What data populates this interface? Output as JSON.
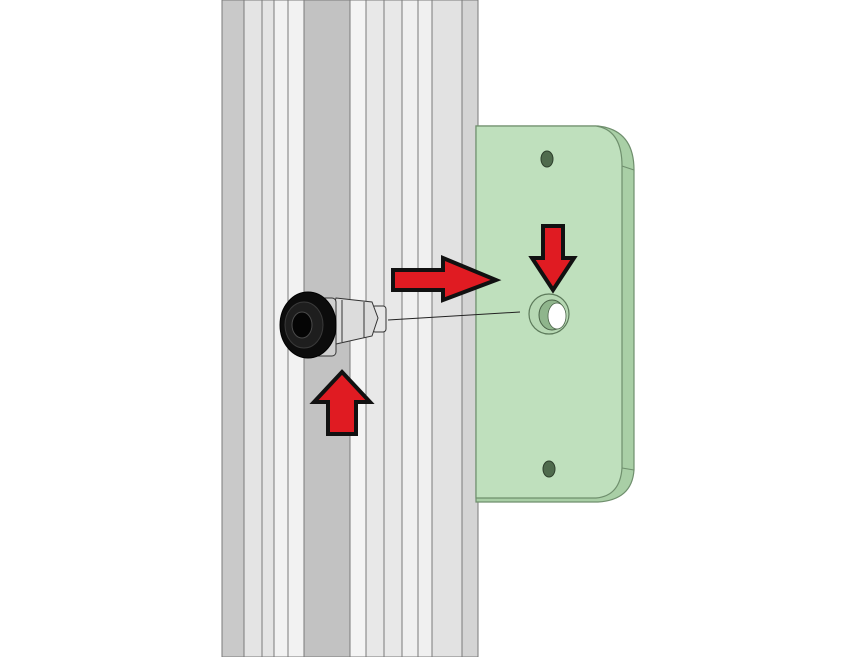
{
  "scene": {
    "subject": "",
    "colors": {
      "background": "#ffffff",
      "extrusion_light": "#ececec",
      "extrusion_mid": "#d6d6d6",
      "extrusion_dark": "#bdbdbd",
      "plate_face": "#bfe0bd",
      "plate_edge": "#9dc79b",
      "plate_outline": "#6f8f6d",
      "arrow_fill": "#e01b22",
      "arrow_outline": "#111111",
      "fitting_black": "#0c0c0c",
      "nut_metal": "#dcdcdc"
    },
    "arrows": [
      {
        "name": "arrow-right",
        "direction": "right"
      },
      {
        "name": "arrow-down",
        "direction": "down"
      },
      {
        "name": "arrow-up",
        "direction": "up"
      }
    ]
  }
}
